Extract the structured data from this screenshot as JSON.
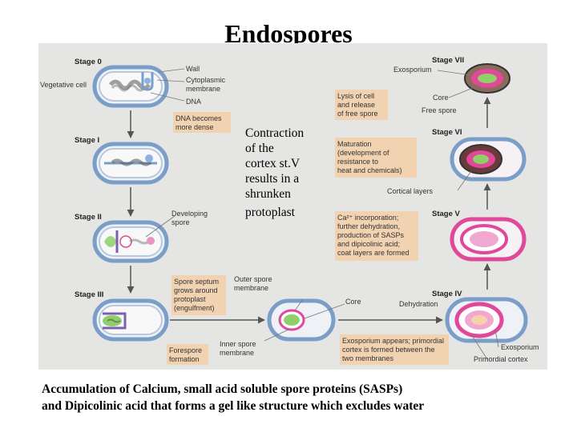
{
  "title": "Endospores",
  "stages": {
    "s0": "Stage 0",
    "s1": "Stage I",
    "s2": "Stage II",
    "s3": "Stage III",
    "s4": "Stage IV",
    "s5": "Stage V",
    "s6": "Stage VI",
    "s7": "Stage VII"
  },
  "labels": {
    "vegetative_cell": "Vegetative cell",
    "wall": "Wall",
    "cyto_1": "Cytoplasmic",
    "cyto_2": "membrane",
    "dna": "DNA",
    "developing_1": "Developing",
    "developing_2": "spore",
    "outer_1": "Outer spore",
    "outer_2": "membrane",
    "core": "Core",
    "inner_1": "Inner spore",
    "inner_2": "membrane",
    "dehydration": "Dehydration",
    "exosporium_top": "Exosporium",
    "core_top": "Core",
    "free_spore": "Free spore",
    "cortical_layers": "Cortical layers",
    "exosporium_bottom": "Exosporium",
    "primordial_cortex": "Primordial cortex"
  },
  "boxes": {
    "dna_dense": [
      "DNA becomes",
      "more dense"
    ],
    "septum": [
      "Spore septum",
      "grows around",
      "protoplast",
      "(engulfment)"
    ],
    "forespore": [
      "Forespore",
      "formation"
    ],
    "exosporium_appears": [
      "Exosporium appears; primordial",
      "cortex is formed between the",
      "two membranes"
    ],
    "calcium": [
      "Ca²⁺ incorporation;",
      "further dehydration,",
      "production of SASPs",
      "and dipicolinic acid;",
      "coat layers are formed"
    ],
    "maturation": [
      "Maturation",
      "(development of",
      "resistance to",
      "heat and chemicals)"
    ],
    "lysis": [
      "Lysis of cell",
      "and release",
      "of free spore"
    ]
  },
  "note": [
    "Contraction",
    "of the",
    "cortex st.V",
    "results in a",
    "shrunken",
    "protoplast"
  ],
  "caption": [
    "Accumulation of Calcium, small acid soluble spore proteins (SASPs)",
    "and Dipicolinic acid that forms a gel like structure which excludes water"
  ],
  "colors": {
    "cell_outer": "#7a9ec8",
    "cell_fill": "#f4f5f6",
    "spore_pink": "#e0489a",
    "spore_green": "#8fcf6a",
    "box_fill": "#f1d3b1",
    "membrane_purple": "#7b60b0",
    "arrow": "#555555"
  }
}
